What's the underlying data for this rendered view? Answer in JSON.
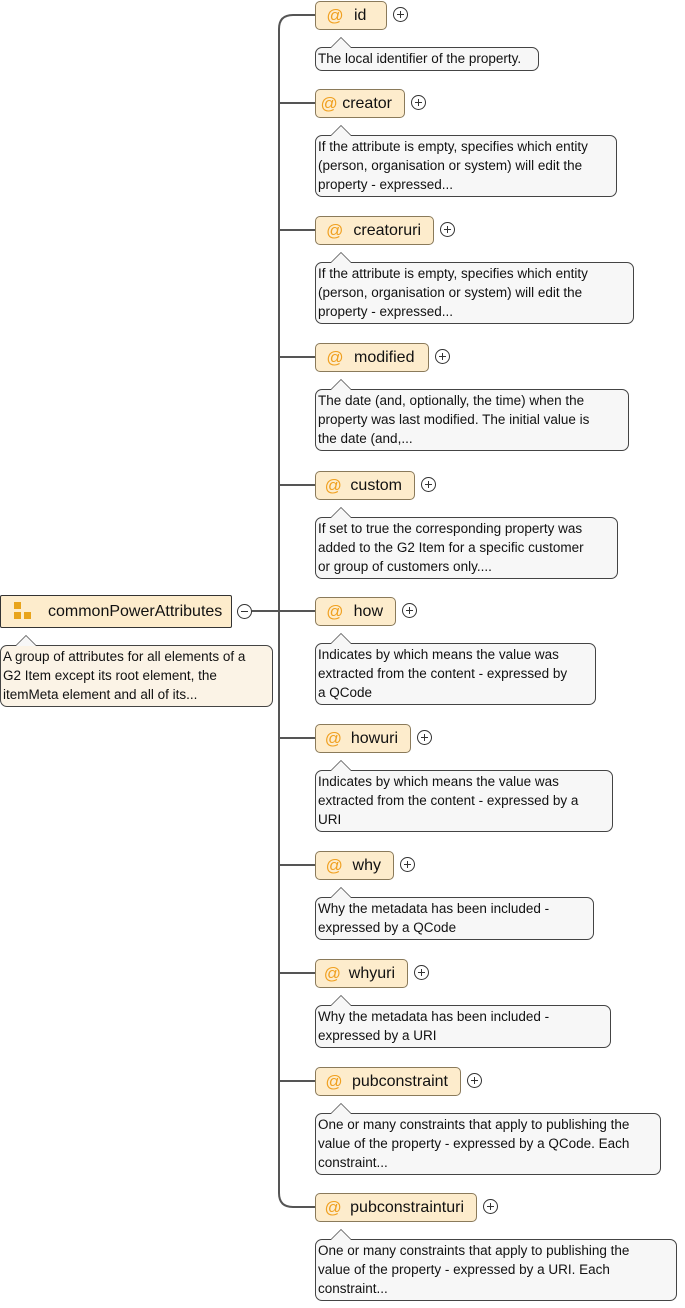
{
  "group": {
    "name": "commonPowerAttributes",
    "icon": "attribute-group-icon",
    "description": [
      "A group of attributes for all elements of a",
      "G2 Item except its root element, the",
      "itemMeta element and all of its..."
    ],
    "collapse_icon": "minus-circle-icon"
  },
  "attribute_symbol": "@",
  "attributes": [
    {
      "name": "id",
      "description": [
        "The local identifier of the property."
      ]
    },
    {
      "name": "creator",
      "description": [
        "If the attribute is empty, specifies which entity",
        "(person, organisation or system) will edit the",
        "property - expressed..."
      ]
    },
    {
      "name": "creatoruri",
      "description": [
        "If the attribute is empty, specifies which entity",
        "(person, organisation or system) will edit the",
        "property - expressed..."
      ]
    },
    {
      "name": "modified",
      "description": [
        "The date (and, optionally, the time) when the",
        "property was last modified. The initial value is",
        "the date (and,..."
      ]
    },
    {
      "name": "custom",
      "description": [
        "If set to true the corresponding property was",
        "added to the G2 Item for a specific customer",
        "or group of customers only...."
      ]
    },
    {
      "name": "how",
      "description": [
        "Indicates by which means the value was",
        "extracted from the content - expressed by",
        "a QCode"
      ]
    },
    {
      "name": "howuri",
      "description": [
        "Indicates by which means the value was",
        "extracted from the content - expressed by a",
        "URI"
      ]
    },
    {
      "name": "why",
      "description": [
        "Why the metadata has been included -",
        "expressed by a QCode"
      ]
    },
    {
      "name": "whyuri",
      "description": [
        "Why the metadata has been included -",
        "expressed by a URI"
      ]
    },
    {
      "name": "pubconstraint",
      "description": [
        "One or many constraints that apply to publishing the",
        "value of the property - expressed by a QCode. Each",
        "constraint..."
      ]
    },
    {
      "name": "pubconstrainturi",
      "description": [
        "One or many constraints that apply to publishing the",
        "value of the property - expressed by a URI. Each",
        "constraint..."
      ]
    }
  ],
  "colors": {
    "attribute_fill": "#fdeccc",
    "attribute_symbol": "#f0a020",
    "note_fill": "#f7f7f7",
    "group_note_fill": "#fbf3e6",
    "connector": "#555555"
  }
}
